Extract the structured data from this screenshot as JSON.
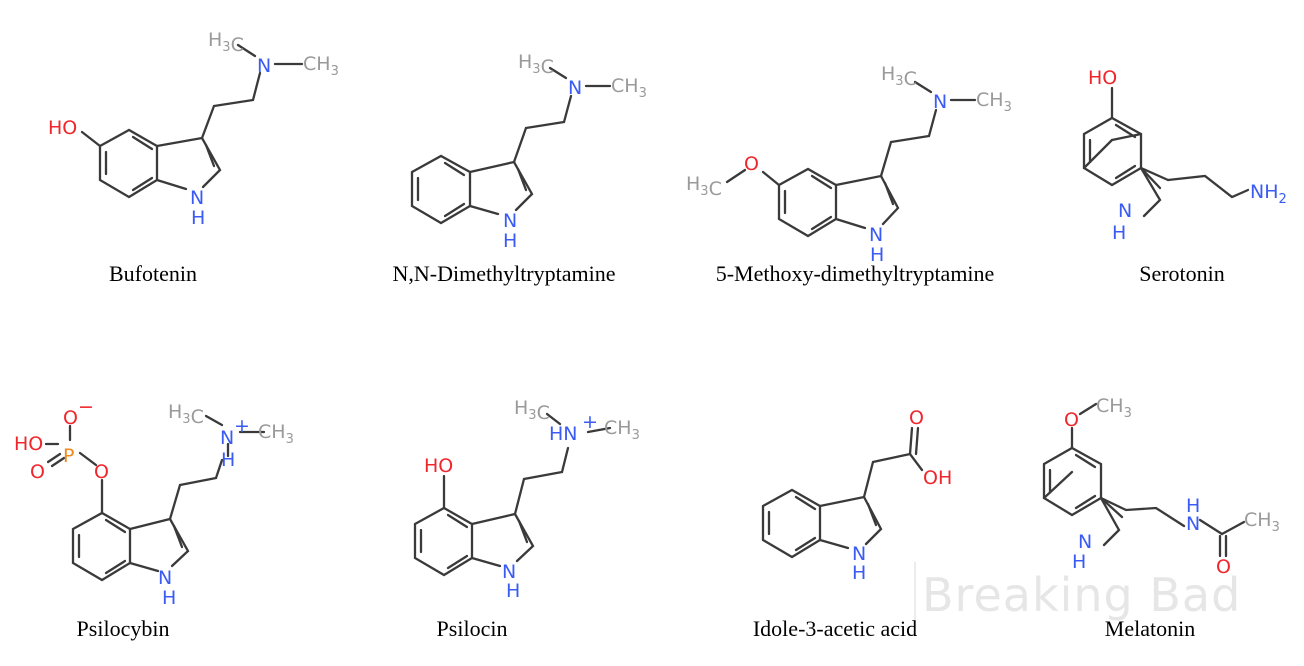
{
  "molecules": [
    {
      "name": "Bufotenin",
      "labels": {
        "ch3a": "H3C",
        "n": "N",
        "ch3b": "CH3",
        "ho": "HO",
        "nh_n": "N",
        "nh_h": "H"
      }
    },
    {
      "name": "N,N-Dimethyltryptamine",
      "labels": {
        "ch3a": "H3C",
        "n": "N",
        "ch3b": "CH3",
        "nh_n": "N",
        "nh_h": "H"
      }
    },
    {
      "name": "5-Methoxy-dimethyltryptamine",
      "labels": {
        "ch3a": "H3C",
        "n": "N",
        "ch3b": "CH3",
        "h3co": "H3C",
        "o": "O",
        "nh_n": "N",
        "nh_h": "H"
      }
    },
    {
      "name": "Serotonin",
      "labels": {
        "ho": "HO",
        "nh2": "NH2",
        "nh_n": "N",
        "nh_h": "H"
      }
    },
    {
      "name": "Psilocybin",
      "labels": {
        "om": "O",
        "ho": "HO",
        "p": "P",
        "o2": "O",
        "o3": "O",
        "ch3a": "H3C",
        "n": "N",
        "ch3b": "CH3",
        "nh": "H",
        "nh_n": "N",
        "nh_h": "H"
      }
    },
    {
      "name": "Psilocin",
      "labels": {
        "ch3a": "H3C",
        "hn": "HN",
        "ch3b": "CH3",
        "ho": "HO",
        "nh_n": "N",
        "nh_h": "H"
      }
    },
    {
      "name": "Idole-3-acetic acid",
      "labels": {
        "o": "O",
        "oh": "OH",
        "nh_n": "N",
        "nh_h": "H"
      }
    },
    {
      "name": "Melatonin",
      "labels": {
        "och3": "O",
        "ch3": "CH3",
        "nh": "H",
        "n": "N",
        "o": "O",
        "ch3b": "CH3",
        "nh_n": "N",
        "nh_h": "H"
      }
    }
  ],
  "watermark": "Breaking Bad",
  "colors": {
    "nitrogen": "#3b5bf5",
    "oxygen": "#f0262d",
    "carbon": "#9a9a9a",
    "phosphorus": "#f08a1c",
    "bond": "#3a3a3a"
  }
}
